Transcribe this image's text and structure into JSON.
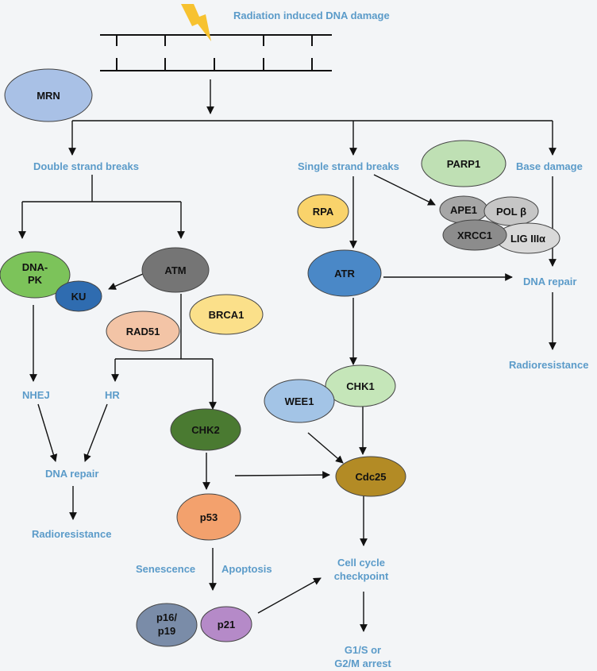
{
  "labels": {
    "radiation": "Radiation induced DNA damage",
    "dsb": "Double strand breaks",
    "ssb": "Single strand breaks",
    "base": "Base damage",
    "nhej": "NHEJ",
    "hr": "HR",
    "repair_left": "DNA repair",
    "radio_left": "Radioresistance",
    "repair_right": "DNA repair",
    "radio_right": "Radioresistance",
    "senescence": "Senescence",
    "apoptosis": "Apoptosis",
    "checkpoint_1": "Cell cycle",
    "checkpoint_2": "checkpoint",
    "arrest_1": "G1/S or",
    "arrest_2": "G2/M arrest"
  },
  "nodes": {
    "mrn": "MRN",
    "parp1": "PARP1",
    "dnapk_1": "DNA-",
    "dnapk_2": "PK",
    "ku": "KU",
    "atm": "ATM",
    "rad51": "RAD51",
    "brca1": "BRCA1",
    "rpa": "RPA",
    "ape1": "APE1",
    "polb": "POL β",
    "xrcc1": "XRCC1",
    "lig3": "LIG IIIα",
    "atr": "ATR",
    "chk1": "CHK1",
    "wee1": "WEE1",
    "chk2": "CHK2",
    "cdc25": "Cdc25",
    "p53": "p53",
    "p1619_1": "p16/",
    "p1619_2": "p19",
    "p21": "p21"
  },
  "colors": {
    "label": "#5b9bc9",
    "mrn": "#a9c1e6",
    "parp1": "#bfe0b4",
    "dnapk": "#7cc35a",
    "ku": "#2f6cb0",
    "atm": "#757575",
    "rad51": "#f3c4a6",
    "brca1": "#fbe08a",
    "rpa": "#f9d36b",
    "ape1": "#a6a6a6",
    "polb": "#c6c6c6",
    "xrcc1": "#8c8c8c",
    "lig3": "#d9d9d9",
    "atr": "#4a88c7",
    "chk1": "#c5e6b9",
    "wee1": "#a3c4e6",
    "chk2": "#4a7a31",
    "cdc25": "#b38b25",
    "p53": "#f3a16d",
    "p1619": "#7a8ca8",
    "p21": "#b58ac8",
    "lightning": "#f7c230"
  }
}
